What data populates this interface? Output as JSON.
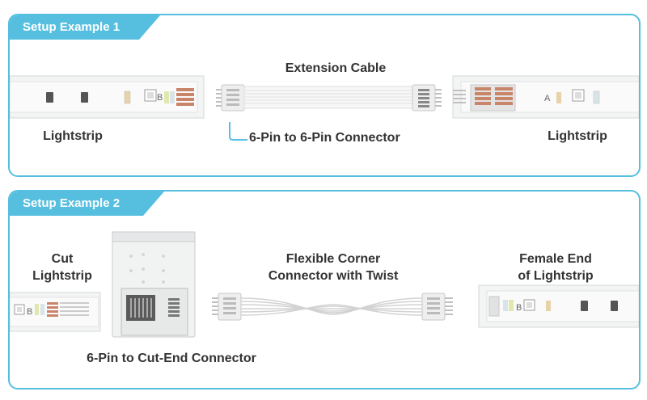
{
  "example1": {
    "tab_label": "Setup Example 1",
    "left_label": "Lightstrip",
    "cable_label": "Extension Cable",
    "connector_label": "6-Pin to 6-Pin Connector",
    "right_label": "Lightstrip",
    "pad_left": "B",
    "pad_right": "A"
  },
  "example2": {
    "tab_label": "Setup Example 2",
    "cut_label_line1": "Cut",
    "cut_label_line2": "Lightstrip",
    "corner_label_line1": "Flexible Corner",
    "corner_label_line2": "Connector with Twist",
    "female_label_line1": "Female End",
    "female_label_line2": "of Lightstrip",
    "cut_end_label": "6-Pin to Cut-End Connector",
    "pad_cut": "B",
    "pad_female": "B"
  },
  "colors": {
    "accent": "#56bfe0",
    "text": "#333333",
    "strip": "#f4f5f5",
    "copper": "#c9856a"
  }
}
